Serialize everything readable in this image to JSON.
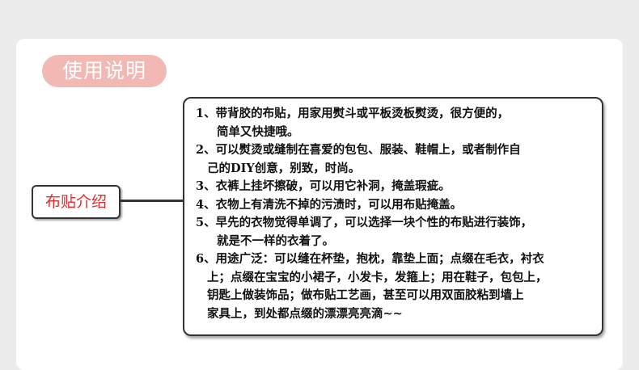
{
  "title": "使用说明",
  "label": "布贴介绍",
  "items": [
    {
      "line1": "1、带背胶的布贴，用家用熨斗或平板烫板熨烫，很方便的，",
      "line2": "简单又快捷哦。"
    },
    {
      "line1": "2、可以熨烫或缝制在喜爱的包包、服装、鞋帽上，或者制作自",
      "line2": "己的DIY创意，别致，时尚。"
    },
    {
      "line1": "3、衣裤上挂坏擦破，可以用它补洞，掩盖瑕疵。"
    },
    {
      "line1": "4、衣物上有清洗不掉的污渍时，可以用布贴掩盖。"
    },
    {
      "line1": "5、早先的衣物觉得单调了，可以选择一块个性的布贴进行装饰，",
      "line2": "就是不一样的衣着了。"
    },
    {
      "line1": "6、用途广泛：可以缝在杯垫，抱枕，靠垫上面；点缀在毛衣，衬衣",
      "line2": "上；点缀在宝宝的小裙子，小发卡，发箍上；用在鞋子，包包上，",
      "line3": "钥匙上做装饰品；做布贴工艺画，甚至可以用双面胶粘到墙上",
      "line4": "家具上，到处都点缀的漂漂亮亮滴~~"
    }
  ]
}
